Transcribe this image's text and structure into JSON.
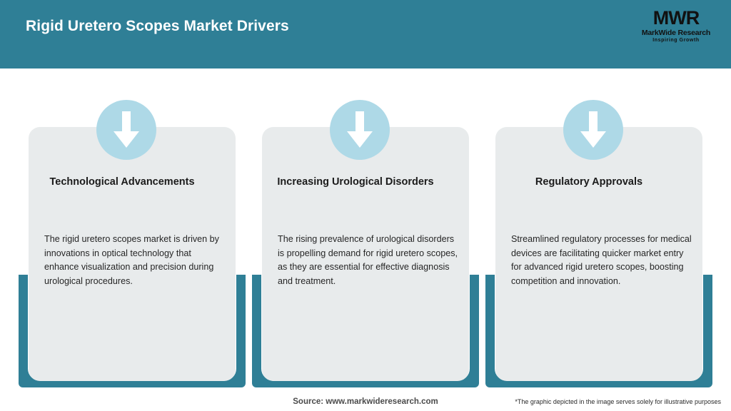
{
  "header": {
    "title": "Rigid Uretero Scopes Market Drivers",
    "background_color": "#2f7f96",
    "logo": {
      "mark": "MWR",
      "name": "MarkWide Research",
      "tagline": "Inspiring Growth"
    }
  },
  "colors": {
    "teal": "#2f7f96",
    "panel_grey": "#e8ebec",
    "badge_blue": "#aed9e7",
    "arrow_white": "#ffffff"
  },
  "cards": [
    {
      "icon": "arrow-down-icon",
      "heading": "Technological Advancements",
      "body": "The rigid uretero scopes market is driven by innovations in optical technology that enhance visualization and precision during urological procedures."
    },
    {
      "icon": "arrow-down-icon",
      "heading": "Increasing Urological Disorders",
      "body": "The rising prevalence of urological disorders is propelling demand for rigid uretero scopes, as they are essential for effective diagnosis and treatment."
    },
    {
      "icon": "arrow-down-icon",
      "heading": "Regulatory Approvals",
      "body": "Streamlined regulatory processes for medical devices are facilitating quicker market entry for advanced rigid uretero scopes, boosting competition and innovation."
    }
  ],
  "footer": {
    "source": "Source: www.markwideresearch.com",
    "disclaimer": "*The graphic depicted in the image serves solely for illustrative purposes"
  }
}
